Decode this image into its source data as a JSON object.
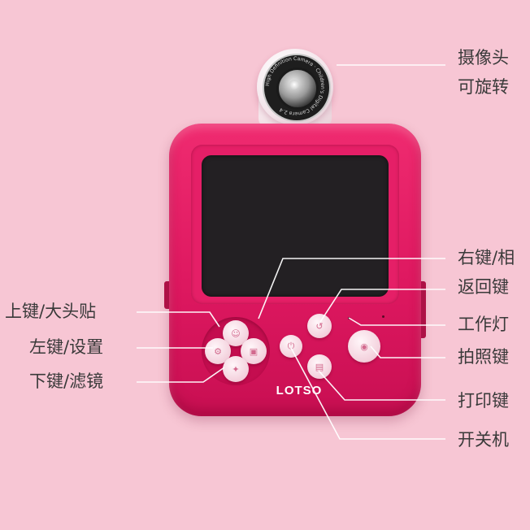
{
  "product": {
    "brand": "LOTSO",
    "lens_text": "High Definition Camera · Children's Digital Camera 2.4"
  },
  "labels": {
    "camera_line1": "摄像头",
    "camera_line2": "可旋转",
    "right_key": "右键/相",
    "back_key": "返回键",
    "work_light": "工作灯",
    "shoot_key": "拍照键",
    "print_key": "打印键",
    "power_key": "开关机",
    "up_key": "上键/大头贴",
    "left_key": "左键/设置",
    "down_key": "下键/滤镜"
  },
  "colors": {
    "background": "#f7c6d4",
    "body": "#de1860",
    "screen": "#232023",
    "buttons": "#f3d0dc",
    "label_text": "#3a3a3a",
    "callout_line": "#ffffff"
  },
  "icons": {
    "dpad_up": "☺",
    "dpad_left": "⚙",
    "dpad_right": "▣",
    "dpad_down": "✦",
    "back": "↺",
    "power": "⏻",
    "print": "▤",
    "shoot": "◉"
  }
}
